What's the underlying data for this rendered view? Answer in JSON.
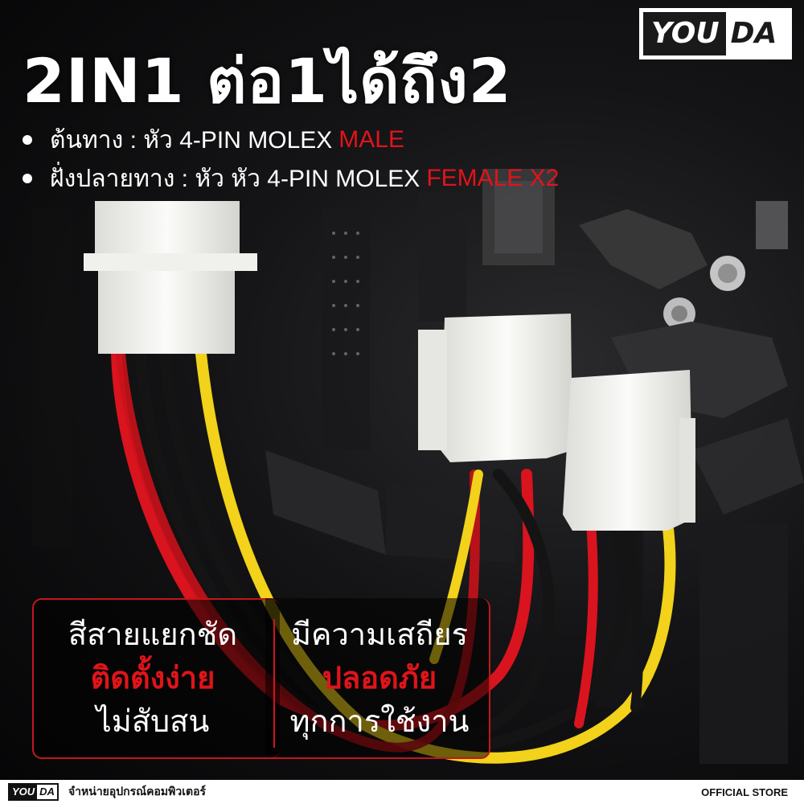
{
  "brand": {
    "logo_you": "YOU",
    "logo_da": "DA"
  },
  "headline": "2IN1 ต่อ1ได้ถึง2",
  "bullets": [
    {
      "text": "ต้นทาง : หัว 4-PIN MOLEX",
      "highlight": "MALE"
    },
    {
      "text": "ฝั่งปลายทาง : หัว หัว 4-PIN MOLEX",
      "highlight": "FEMALE X2"
    }
  ],
  "features": {
    "left": {
      "line1": "สีสายแยกชัด",
      "line2": "ติดตั้งง่าย",
      "line3": "ไม่สับสน"
    },
    "right": {
      "line1": "มีความเสถียร",
      "line2": "ปลอดภัย",
      "line3": "ทุกการใช้งาน"
    }
  },
  "footer": {
    "logo_you": "YOU",
    "logo_da": "DA",
    "tagline": "จำหน่ายอุปกรณ์คอมพิวเตอร์",
    "official": "OFFICIAL STORE"
  },
  "colors": {
    "accent_red": "#e0141a",
    "wire_yellow": "#f2d21a",
    "wire_red": "#d9141e",
    "wire_black": "#141414",
    "connector": "#f4f4f2"
  }
}
